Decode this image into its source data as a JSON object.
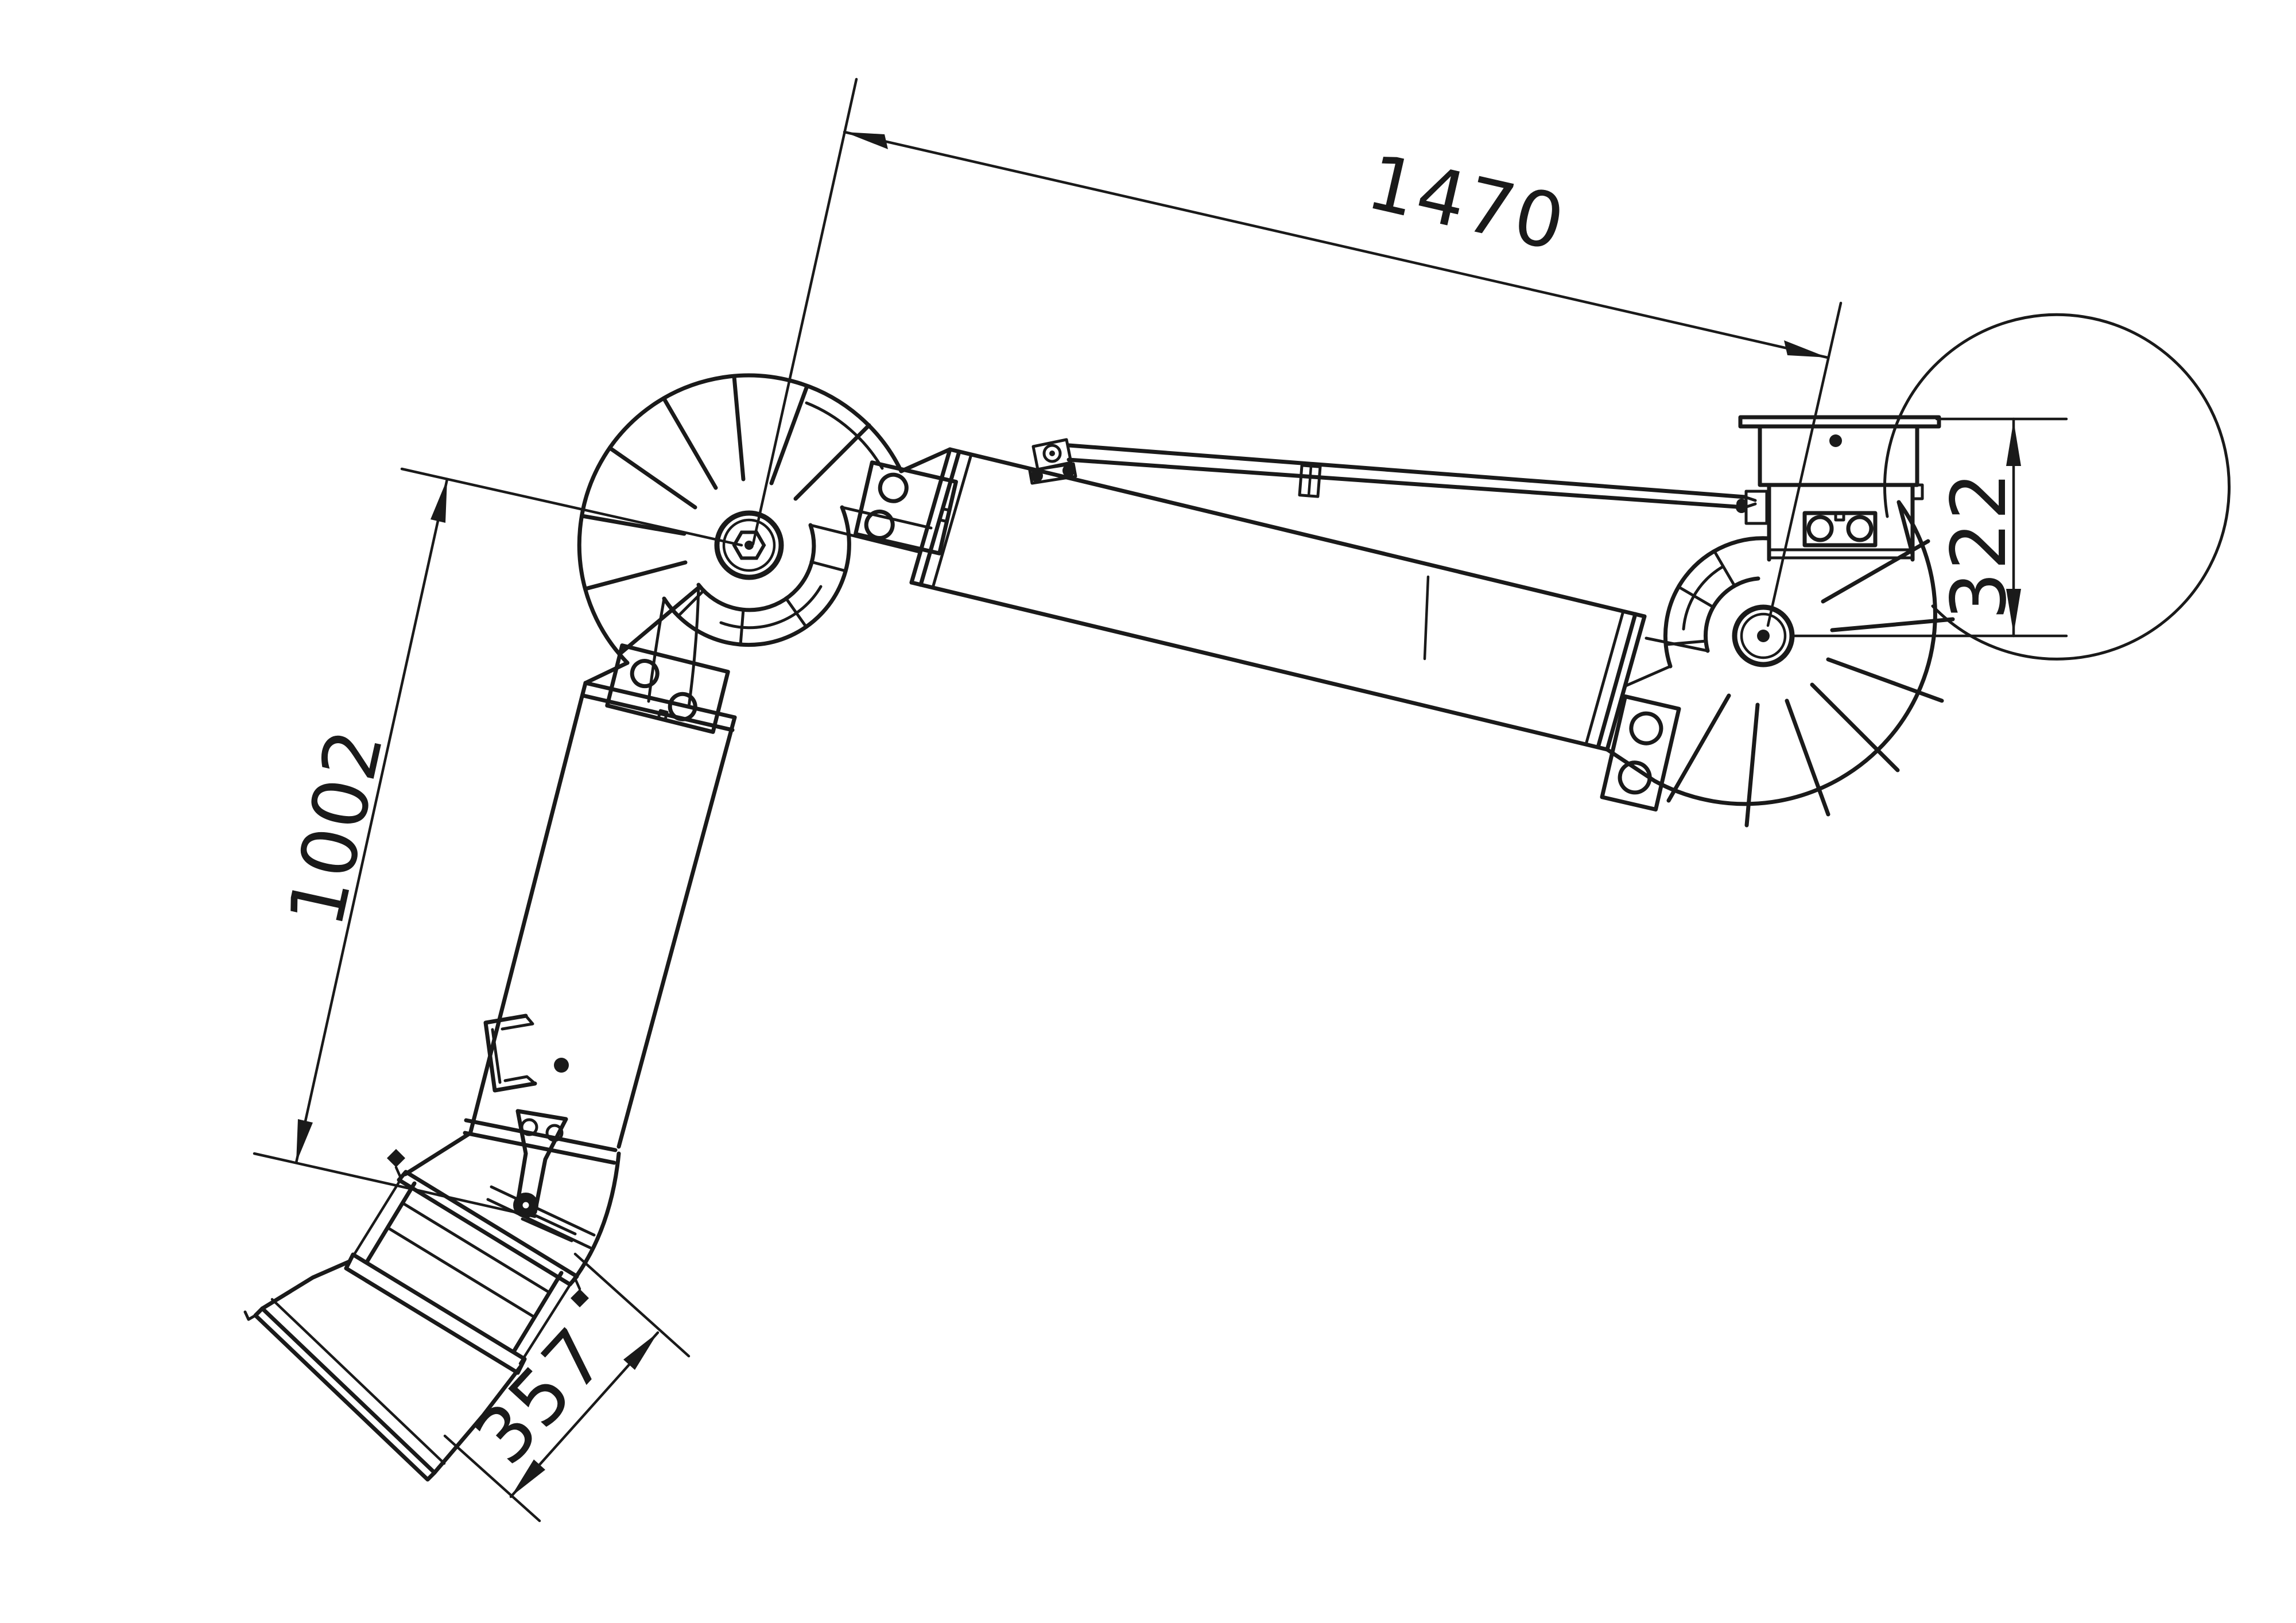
{
  "page": {
    "background": "#ffffff",
    "ink_color": "#1a1a1a",
    "content": "technical line drawing, side view of an articulated fume extraction arm with two pivot elbows, ceiling mounting flange, support rod, lower arm with handle, damper and extraction hood"
  },
  "dims": {
    "d1470": {
      "label": "1470",
      "role": "upper arm span between elbow pivots"
    },
    "d1002": {
      "label": "1002",
      "role": "lower arm length along tube"
    },
    "d322": {
      "label": "322",
      "role": "height from mounting plate to elbow pivot"
    },
    "d357": {
      "label": "357",
      "role": "hood opening width"
    }
  }
}
